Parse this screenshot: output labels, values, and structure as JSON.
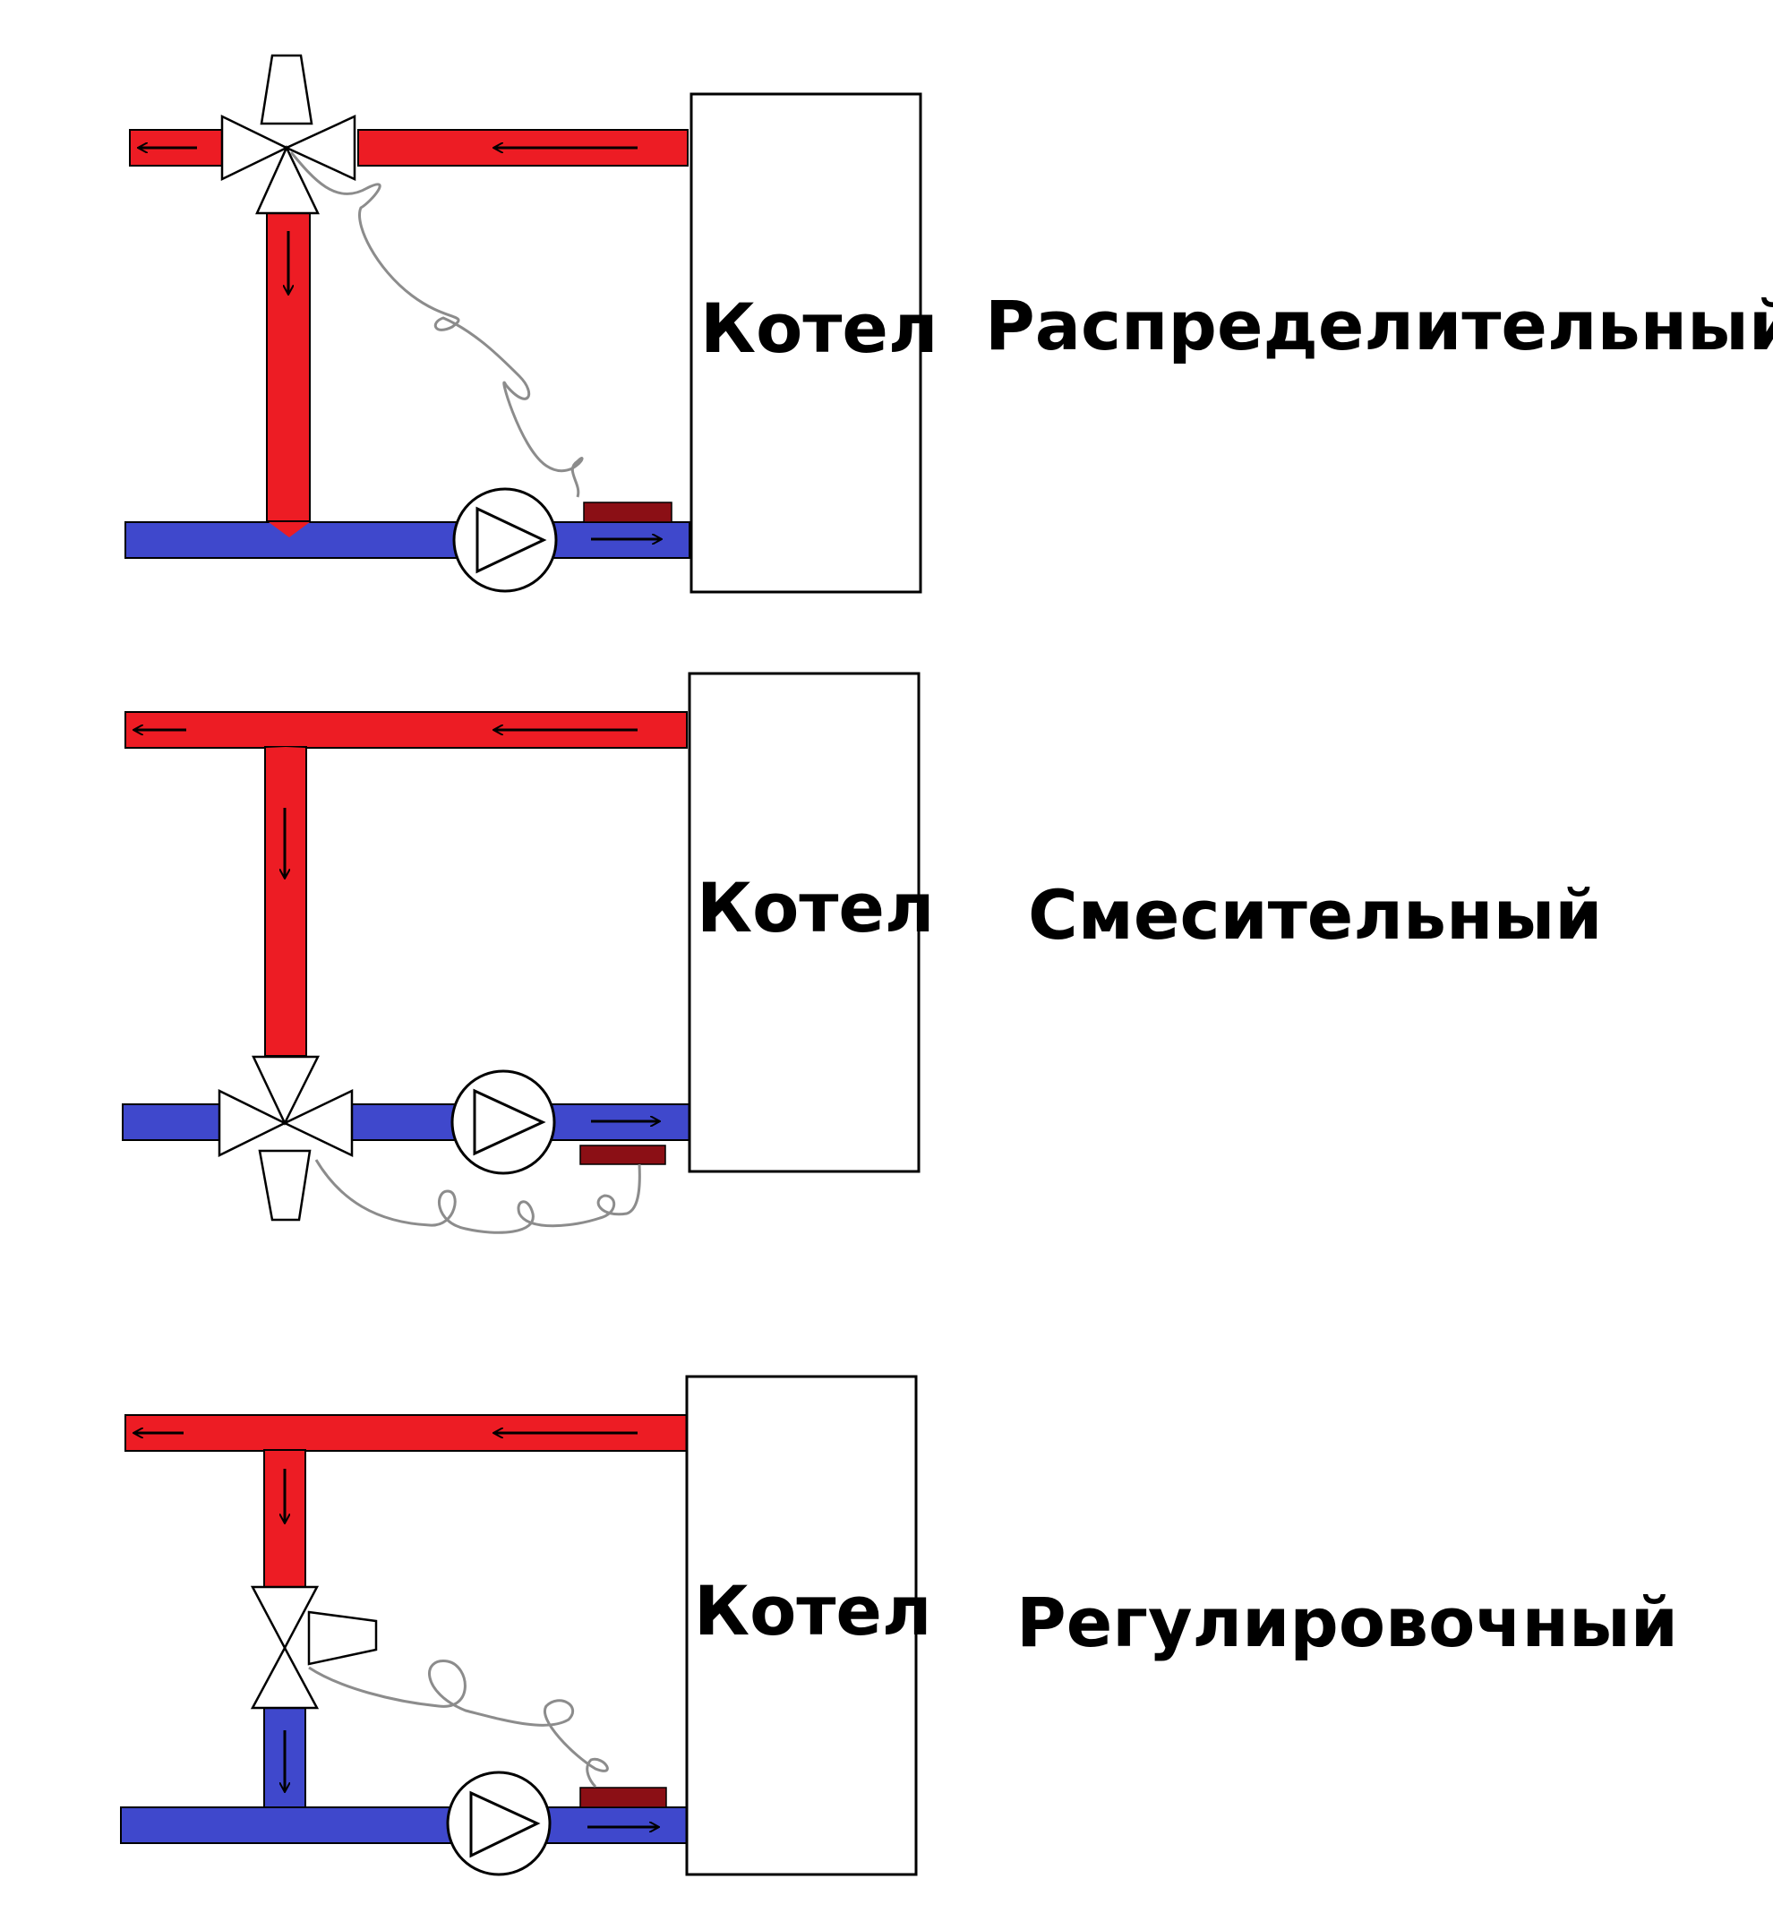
{
  "colors": {
    "hot": "#ED1C24",
    "cold": "#3F48CC",
    "sensor": "#8B0F15",
    "wire": "#8C8C8C",
    "outline": "#000000"
  },
  "schemes": [
    {
      "boiler_label": "Котел",
      "name": "Распределительный"
    },
    {
      "boiler_label": "Котел",
      "name": "Смесительный"
    },
    {
      "boiler_label": "Котел",
      "name": "Регулировочный"
    }
  ]
}
